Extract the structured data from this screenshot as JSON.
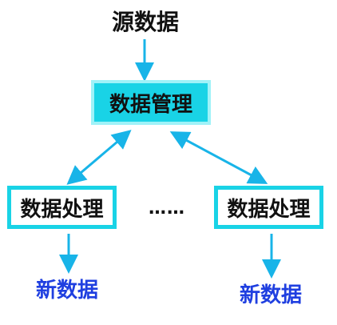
{
  "source_label": "源数据",
  "management_label": "数据管理",
  "processing": [
    {
      "label": "数据处理"
    },
    {
      "label": "数据处理"
    }
  ],
  "ellipsis": "……",
  "new_data": [
    {
      "label": "新数据"
    },
    {
      "label": "新数据"
    }
  ],
  "colors": {
    "accent": "#19d3e6",
    "arrow": "#18b4e8",
    "new_data_text": "#1f3fe0"
  }
}
